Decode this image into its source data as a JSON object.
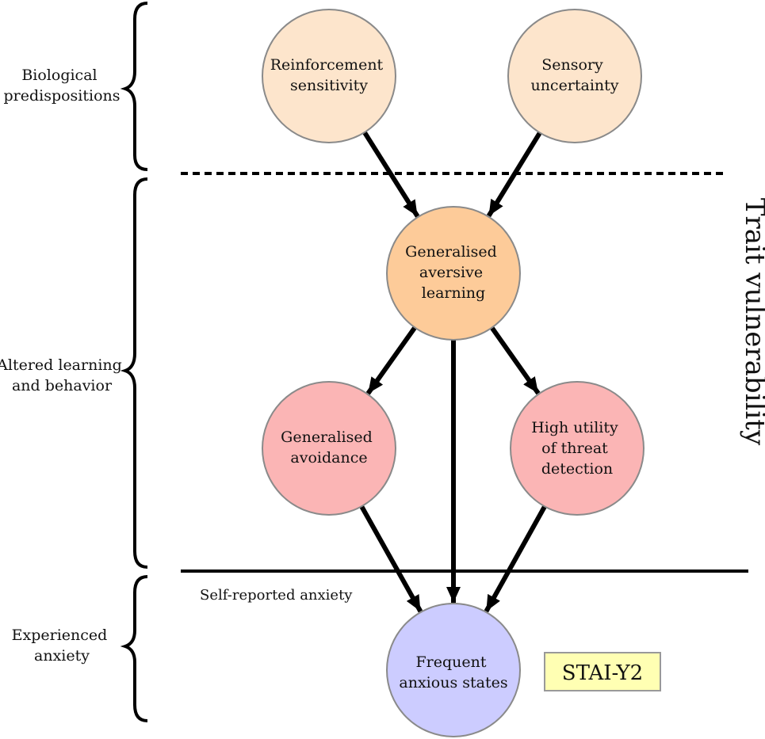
{
  "levels": [
    {
      "id": "bio",
      "lines": [
        "Biological",
        "predispositions"
      ]
    },
    {
      "id": "altered",
      "lines": [
        "Altered learning",
        "and behavior"
      ]
    },
    {
      "id": "experienced",
      "lines": [
        "Experienced",
        "anxiety"
      ]
    }
  ],
  "nodes": {
    "reinforcement": {
      "lines": [
        "Reinforcement",
        "sensitivity"
      ],
      "fill": "#fde5cc"
    },
    "sensory": {
      "lines": [
        "Sensory",
        "uncertainty"
      ],
      "fill": "#fde5cc"
    },
    "aversive": {
      "lines": [
        "Generalised",
        "aversive",
        "learning"
      ],
      "fill": "#fdcb99"
    },
    "avoidance": {
      "lines": [
        "Generalised",
        "avoidance"
      ],
      "fill": "#fbb5b5"
    },
    "threat": {
      "lines": [
        "High utility",
        "of threat",
        "detection"
      ],
      "fill": "#fbb5b5"
    },
    "anxious": {
      "lines": [
        "Frequent",
        "anxious states"
      ],
      "fill": "#ccccff"
    }
  },
  "edges": [
    [
      "reinforcement",
      "aversive"
    ],
    [
      "sensory",
      "aversive"
    ],
    [
      "aversive",
      "avoidance"
    ],
    [
      "aversive",
      "threat"
    ],
    [
      "aversive",
      "anxious"
    ],
    [
      "avoidance",
      "anxious"
    ],
    [
      "threat",
      "anxious"
    ]
  ],
  "trait_label": "Trait vulnerability",
  "self_report_label": "Self-reported anxiety",
  "badge": {
    "text": "STAI-Y2",
    "fill": "#ffffb3",
    "stroke": "#999999"
  },
  "colors": {
    "line": "#000000",
    "node_stroke": "#8a8a8a"
  }
}
